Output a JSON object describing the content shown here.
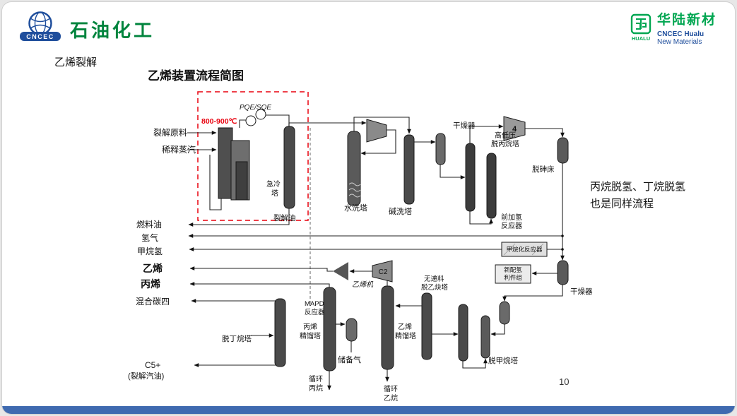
{
  "colors": {
    "brand_green": "#00843d",
    "logo_blue": "#1f4e9c",
    "hualu_green": "#00a651",
    "red_accent": "#e8000d",
    "bottom_bar_blue": "#3f6ab0"
  },
  "header": {
    "cncec_logo_text": "CNCEC",
    "brand": "石油化工",
    "hualu_name": "华陆新材",
    "hualu_sub1": "CNCEC Hualu",
    "hualu_sub2": "New Materials",
    "hualu_icon_text": "HUALU"
  },
  "slide": {
    "section_title": "乙烯裂解",
    "diagram_title": "乙烯装置流程简图",
    "note_line1": "丙烷脱氢、丁烷脱氢",
    "note_line2": "也是同样流程",
    "page_number": "10"
  },
  "diagram": {
    "temp_note": "800-900℃",
    "quench_exchanger": "PQE/SQE",
    "feed": "裂解原料",
    "dilution_steam": "稀释蒸汽",
    "quench_tower_l1": "急冷",
    "quench_tower_l2": "塔",
    "cracked_oil": "裂解油",
    "water_wash_tower": "水洗塔",
    "caustic_wash_tower": "碱洗塔",
    "dryer_1": "干燥器",
    "depropanizer_l1": "高低压",
    "depropanizer_l2": "脱丙烷塔",
    "compressor_stage": "4",
    "arsenic_bed": "脱砷床",
    "front_hydro_l1": "前加氢",
    "front_hydro_l2": "反应器",
    "methanation_reactor": "甲烷化反应器",
    "h2_unit_l1": "新配氢",
    "h2_unit_l2": "利件组",
    "dryer_2": "干燥器",
    "fuel_oil": "燃料油",
    "hydrogen": "氢气",
    "methane_hydrogen": "甲烷氢",
    "ethylene": "乙烯",
    "propylene": "丙烯",
    "mixed_c4": "混合碳四",
    "c5_l1": "C5+",
    "c5_l2": "(裂解汽油)",
    "debutanizer": "脱丁烷塔",
    "propylene_tower_l1": "丙烯",
    "propylene_tower_l2": "精馏塔",
    "mapd_l1": "MAPD",
    "mapd_l2": "反应器",
    "reserve_gas": "储备气",
    "recycle_propane_l1": "循环",
    "recycle_propane_l2": "丙烷",
    "ethylene_compressor": "乙烯机",
    "c2_compressor": "C2",
    "ethylene_tower_l1": "乙烯",
    "ethylene_tower_l2": "精馏塔",
    "recycle_ethane_l1": "循环",
    "recycle_ethane_l2": "乙烷",
    "acetylene_tower_l1": "无递料",
    "acetylene_tower_l2": "脱乙炔塔",
    "demethanizer": "脱甲烷塔"
  }
}
